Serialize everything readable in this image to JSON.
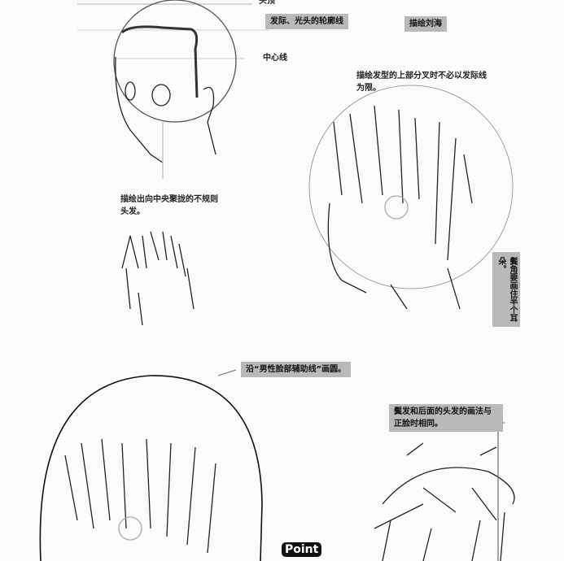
{
  "labels": {
    "top_of_head": "头顶",
    "hairline_outline": "发际、光头的轮廓线",
    "center_line": "中心线",
    "draw_bangs": "描绘刘海",
    "bangs_note": "描绘发型的上部分叉时不必以发际线为限。",
    "center_hair_note": "描绘出向中央聚拢的不规则头发。",
    "sideburn_note": "鬓角要画住半个耳朵。",
    "circle_note": "沿“男性脸部辅助线”画圆。",
    "side_back_note": "鬓发和后面的头发的画法与正脸时相同。",
    "point_badge": "Point"
  }
}
